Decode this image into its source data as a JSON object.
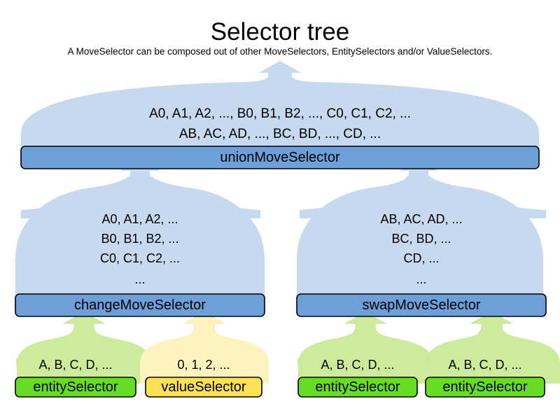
{
  "header": {
    "title": "Selector tree",
    "subtitle": "A MoveSelector can be composed out of other MoveSelectors, EntitySelectors and/or ValueSelectors."
  },
  "colors": {
    "move_dome_fill": "#c6d9ef",
    "move_bar_fill": "#6f9fd8",
    "entity_dome_fill": "#cceb9b",
    "entity_bar_fill": "#66dd22",
    "value_dome_fill": "#fdf3bf",
    "value_bar_fill": "#ffe155",
    "outline": "#000000",
    "background": "#ffffff",
    "text": "#000000"
  },
  "diagram": {
    "type": "tree",
    "root": {
      "id": "union-move-selector",
      "label": "unionMoveSelector",
      "kind": "move-selector",
      "dome_lines": [
        "A0, A1, A2, ..., B0, B1, B2, ..., C0, C1, C2, ...",
        "AB, AC, AD, ..., BC, BD, ..., CD, ..."
      ]
    },
    "level2": [
      {
        "id": "change-move-selector",
        "label": "changeMoveSelector",
        "kind": "move-selector",
        "dome_lines": [
          "A0, A1, A2, ...",
          "B0, B1, B2, ...",
          "C0, C1, C2, ...",
          "..."
        ]
      },
      {
        "id": "swap-move-selector",
        "label": "swapMoveSelector",
        "kind": "move-selector",
        "dome_lines": [
          "AB, AC, AD, ...",
          "BC, BD, ...",
          "CD, ...",
          "..."
        ]
      }
    ],
    "leaves": [
      {
        "id": "entity-selector-1",
        "label": "entitySelector",
        "kind": "entity-selector",
        "dome_lines": [
          "A, B, C, D, ..."
        ]
      },
      {
        "id": "value-selector-1",
        "label": "valueSelector",
        "kind": "value-selector",
        "dome_lines": [
          "0, 1, 2, ..."
        ]
      },
      {
        "id": "entity-selector-2",
        "label": "entitySelector",
        "kind": "entity-selector",
        "dome_lines": [
          "A, B, C, D, ..."
        ]
      },
      {
        "id": "entity-selector-3",
        "label": "entitySelector",
        "kind": "entity-selector",
        "dome_lines": [
          "A, B, C, D, ..."
        ]
      }
    ]
  }
}
